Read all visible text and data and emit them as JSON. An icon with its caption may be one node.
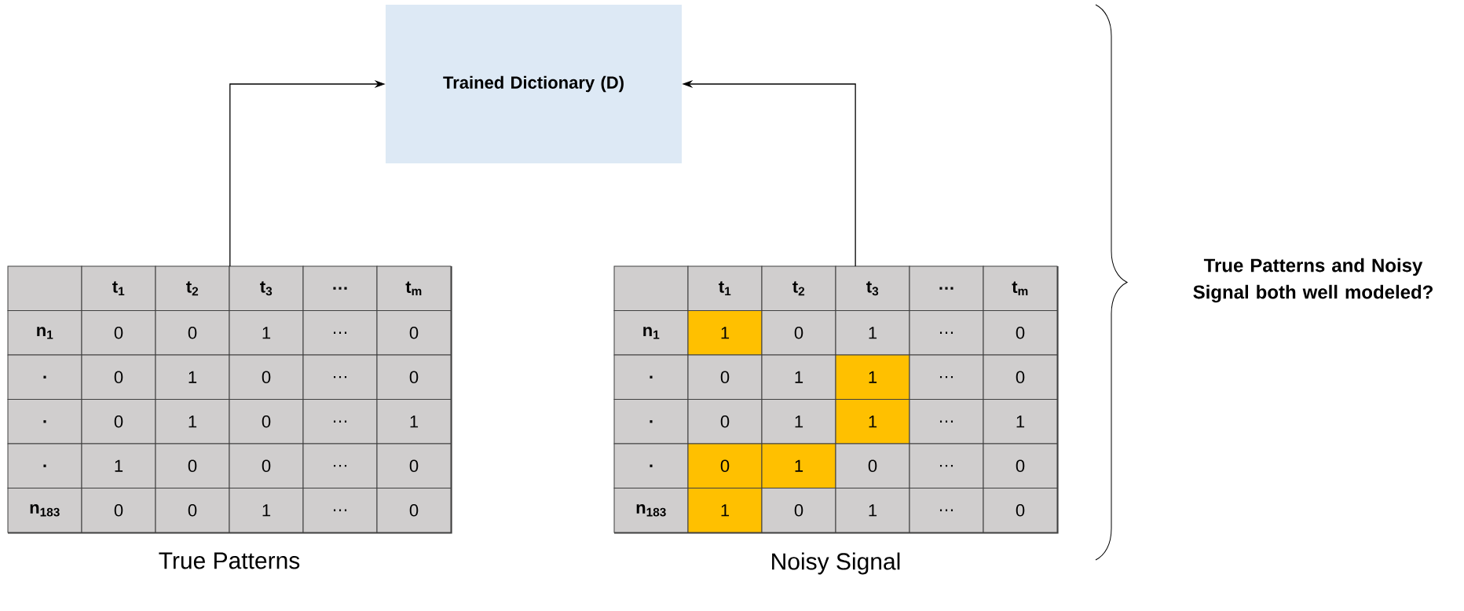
{
  "diagram": {
    "nodes": [
      {
        "text": [
          "Trained Dictionary (D)"
        ]
      },
      {
        "text": [
          "True Patterns"
        ]
      },
      {
        "text": [],
        "shape": "box",
        "in": 1
      },
      {
        "text": [
          "t$_{1}$"
        ],
        "in": 1
      },
      {
        "text": [
          "t$_{2}$"
        ],
        "in": 1
      },
      {
        "text": [
          "t$_{3}$"
        ],
        "in": 1
      },
      {
        "text": [
          "…"
        ],
        "in": 1
      },
      {
        "text": [
          "t$_{m}$"
        ],
        "in": 1
      },
      {
        "text": [
          "n$_{1}$"
        ],
        "in": 1
      },
      {
        "text": [
          "0"
        ],
        "in": 1
      },
      {
        "text": [
          "0"
        ],
        "in": 1
      },
      {
        "text": [
          "1"
        ],
        "in": 1
      },
      {
        "text": [
          "…"
        ],
        "in": 1
      },
      {
        "text": [
          "0"
        ],
        "in": 1
      },
      {
        "text": [
          "."
        ],
        "in": 1
      },
      {
        "text": [
          "0"
        ],
        "in": 1
      },
      {
        "text": [
          "1"
        ],
        "in": 1
      },
      {
        "text": [
          "0"
        ],
        "in": 1
      },
      {
        "text": [
          "…"
        ],
        "in": 1
      },
      {
        "text": [
          "0"
        ],
        "in": 1
      },
      {
        "text": [
          "."
        ],
        "in": 1
      },
      {
        "text": [
          "0"
        ],
        "in": 1
      },
      {
        "text": [
          "1"
        ],
        "in": 1
      },
      {
        "text": [
          "0"
        ],
        "in": 1
      },
      {
        "text": [
          "…"
        ],
        "in": 1
      },
      {
        "text": [
          "1"
        ],
        "in": 1
      },
      {
        "text": [
          "."
        ],
        "in": 1
      },
      {
        "text": [
          "1"
        ],
        "in": 1
      },
      {
        "text": [
          "0"
        ],
        "in": 1
      },
      {
        "text": [
          "0"
        ],
        "in": 1
      },
      {
        "text": [
          "…"
        ],
        "in": 1
      },
      {
        "text": [
          "0"
        ],
        "in": 1
      },
      {
        "text": [
          "n$_{183}$"
        ],
        "in": 1
      },
      {
        "text": [
          "0"
        ],
        "in": 1
      },
      {
        "text": [
          "0"
        ],
        "in": 1
      },
      {
        "text": [
          "1"
        ],
        "in": 1
      },
      {
        "text": [
          "…"
        ],
        "in": 1
      },
      {
        "text": [
          "0"
        ],
        "in": 1
      },
      {
        "text": [
          "Noisy Signal"
        ]
      },
      {
        "text": [],
        "shape": "box",
        "in": 38
      },
      {
        "text": [
          "t$_{1}$"
        ],
        "in": 38
      },
      {
        "text": [
          "t$_{2}$"
        ],
        "in": 38
      },
      {
        "text": [
          "t$_{3}$"
        ],
        "in": 38
      },
      {
        "text": [
          "…"
        ],
        "in": 38
      },
      {
        "text": [
          "t$_{m}$"
        ],
        "in": 38
      },
      {
        "text": [
          "n$_{1}$"
        ],
        "in": 38
      },
      {
        "text": [
          "1"
        ],
        "in": 38
      },
      {
        "text": [
          "0"
        ],
        "in": 38
      },
      {
        "text": [
          "1"
        ],
        "in": 38
      },
      {
        "text": [
          "…"
        ],
        "in": 38
      },
      {
        "text": [
          "0"
        ],
        "in": 38
      },
      {
        "text": [
          "."
        ],
        "in": 38
      },
      {
        "text": [
          "0"
        ],
        "in": 38
      },
      {
        "text": [
          "1"
        ],
        "in": 38
      },
      {
        "text": [
          "1"
        ],
        "in": 38
      },
      {
        "text": [
          "…"
        ],
        "in": 38
      },
      {
        "text": [
          "0"
        ],
        "in": 38
      },
      {
        "text": [
          "."
        ],
        "in": 38
      },
      {
        "text": [
          "0"
        ],
        "in": 38
      },
      {
        "text": [
          "1"
        ],
        "in": 38
      },
      {
        "text": [
          "1"
        ],
        "in": 38
      },
      {
        "text": [
          "…"
        ],
        "in": 38
      },
      {
        "text": [
          "1"
        ],
        "in": 38
      },
      {
        "text": [
          "."
        ],
        "in": 38
      },
      {
        "text": [
          "0"
        ],
        "in": 38
      },
      {
        "text": [
          "1"
        ],
        "in": 38
      },
      {
        "text": [
          "0"
        ],
        "in": 38
      },
      {
        "text": [
          "…"
        ],
        "in": 38
      },
      {
        "text": [
          "0"
        ],
        "in": 38
      },
      {
        "text": [
          "n$_{183}$"
        ],
        "in": 38
      },
      {
        "text": [
          "1"
        ],
        "in": 38
      },
      {
        "text": [
          "0"
        ],
        "in": 38
      },
      {
        "text": [
          "1"
        ],
        "in": 38
      },
      {
        "text": [
          "…"
        ],
        "in": 38
      },
      {
        "text": [
          "0"
        ],
        "in": 38
      }
    ],
    "edges": [
      {
        "from": 1,
        "to": 0,
        "arrow": "to"
      },
      {
        "from": 38,
        "to": 0,
        "arrow": "to"
      }
    ],
    "labels": [
      "True Patterns and Noisy Signal both well modeled?"
    ]
  }
}
